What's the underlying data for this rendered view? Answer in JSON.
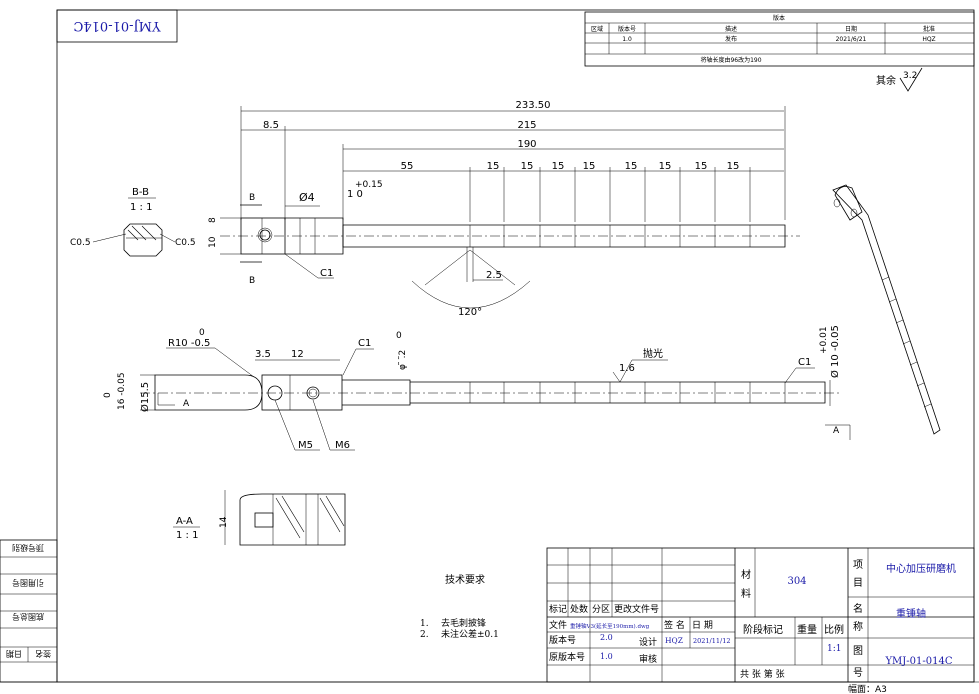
{
  "drawing_number_flipped": "YMJ-01-014C",
  "revision_block": {
    "title": "版本",
    "headers": [
      "区域",
      "版本号",
      "描述",
      "日期",
      "批准"
    ],
    "row": [
      "",
      "1.0",
      "发布",
      "2021/6/21",
      "HQZ"
    ],
    "note": "将轴长度由96改为190"
  },
  "surface_finish_rest": {
    "label": "其余",
    "value": "3.2"
  },
  "dimensions": {
    "overall": "233.50",
    "d215": "215",
    "d190": "190",
    "d8_5": "8.5",
    "d55": "55",
    "spacing": [
      "15",
      "15",
      "15",
      "15",
      "15",
      "15",
      "15",
      "15"
    ],
    "dia4": "Ø4",
    "tol_upper": "+0.15",
    "tol_lower": "1 0",
    "d8": "8",
    "d10": "10",
    "groove": "2.5",
    "angle": "120°",
    "chamfer_c1": "C1",
    "c05_left": "C0.5",
    "c05_right": "C0.5",
    "r_top": "0",
    "r_label": "R10 -0.5",
    "d3_5": "3.5",
    "d12": "12",
    "c1_front": "C1",
    "dia10_rot": "Ø 10 -0.05",
    "dia10_tol": "+0.01",
    "dia15_5": "Ø15.5",
    "dia15_tol": "16 -0.05",
    "dia15_zero": "0",
    "phi_small": "φ ̃ .̃2",
    "phi_zero": "0",
    "polish_value": "1.6",
    "polish_label": "抛光",
    "c1_right": "C1",
    "m5": "M5",
    "m6": "M6"
  },
  "views": {
    "bb_title": "B-B",
    "bb_scale": "1 : 1",
    "b_mark": "B",
    "a_mark": "A",
    "aa_title": "A-A",
    "aa_scale": "1 : 1",
    "aa_dim": "14"
  },
  "tech_requirements": {
    "title": "技术要求",
    "items": [
      {
        "num": "1.",
        "text": "去毛刺披锋"
      },
      {
        "num": "2.",
        "text": "未注公差±0.1"
      }
    ]
  },
  "side_stamps": [
    "顶号级别",
    "引用图号",
    "底图总号",
    "签名",
    "日期"
  ],
  "title_block": {
    "material_label": "材\n料",
    "material": "304",
    "project_label": "项\n目",
    "project": "中心加压研磨机",
    "name_label": "名\n称",
    "name": "重锤轴",
    "drawing_no_label": "图\n号",
    "drawing_no": "YMJ-01-014C",
    "header_row": [
      "标记",
      "处数",
      "分区",
      "更改文件号"
    ],
    "file_label": "文件",
    "file_value": "重锤轴V3(延长至190mm).dwg",
    "sign_name_label": "签 名",
    "date_label": "日 期",
    "version_label": "版本号",
    "version_value": "2.0",
    "design_label": "设计",
    "designer": "HQZ",
    "design_date": "2021/11/12",
    "orig_version_label": "原版本号",
    "orig_version_value": "1.0",
    "review_label": "审核",
    "stage_label": "阶段标记",
    "weight_label": "重量",
    "scale_label": "比例",
    "scale_value": "1:1",
    "sheet_label": "共   张  第   张",
    "paper": "幅面：A3"
  }
}
